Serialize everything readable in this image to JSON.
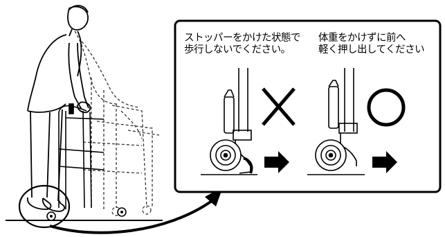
{
  "panel": {
    "wrong": {
      "caption_line1": "ストッパーをかけた状態で",
      "caption_line2": "歩行しないでください。",
      "mark": "✕"
    },
    "right": {
      "caption_line1": "体重をかけずに前へ",
      "caption_line2": "軽く押し出してください",
      "mark": "○"
    }
  },
  "colors": {
    "line": "#000000",
    "background": "#ffffff",
    "dashed": "#333333"
  }
}
